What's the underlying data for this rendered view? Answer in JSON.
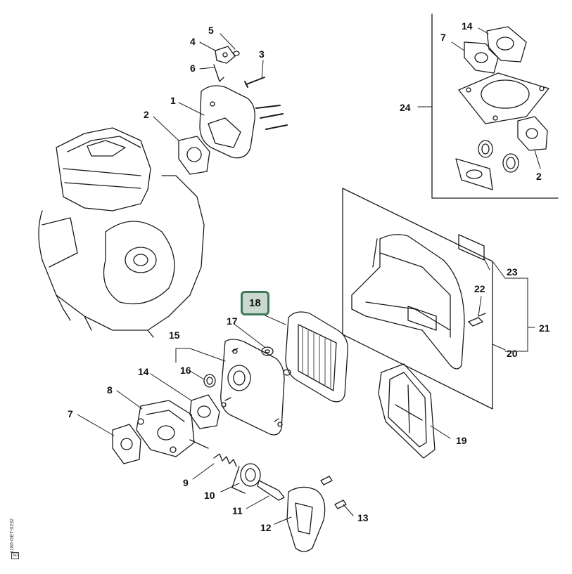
{
  "colors": {
    "line": "#1a1a1a",
    "highlight_fill": "#c9d9cf",
    "highlight_border": "#3e7a5a"
  },
  "highlighted_part": "18",
  "labels": {
    "p1": "1",
    "p2": "2",
    "p3": "3",
    "p4": "4",
    "p5": "5",
    "p6": "6",
    "p7": "7",
    "p8": "8",
    "p9": "9",
    "p10": "10",
    "p11": "11",
    "p12": "12",
    "p13": "13",
    "p14": "14",
    "p15": "15",
    "p16": "16",
    "p17": "17",
    "p18": "18",
    "p19": "19",
    "p20": "20",
    "p21": "21",
    "p22": "22",
    "p23": "23",
    "p24": "24",
    "p7_kit": "7",
    "p14_kit": "14",
    "p2_kit": "2"
  },
  "side_code": "4180-GET-0232",
  "side_badge": "A0"
}
